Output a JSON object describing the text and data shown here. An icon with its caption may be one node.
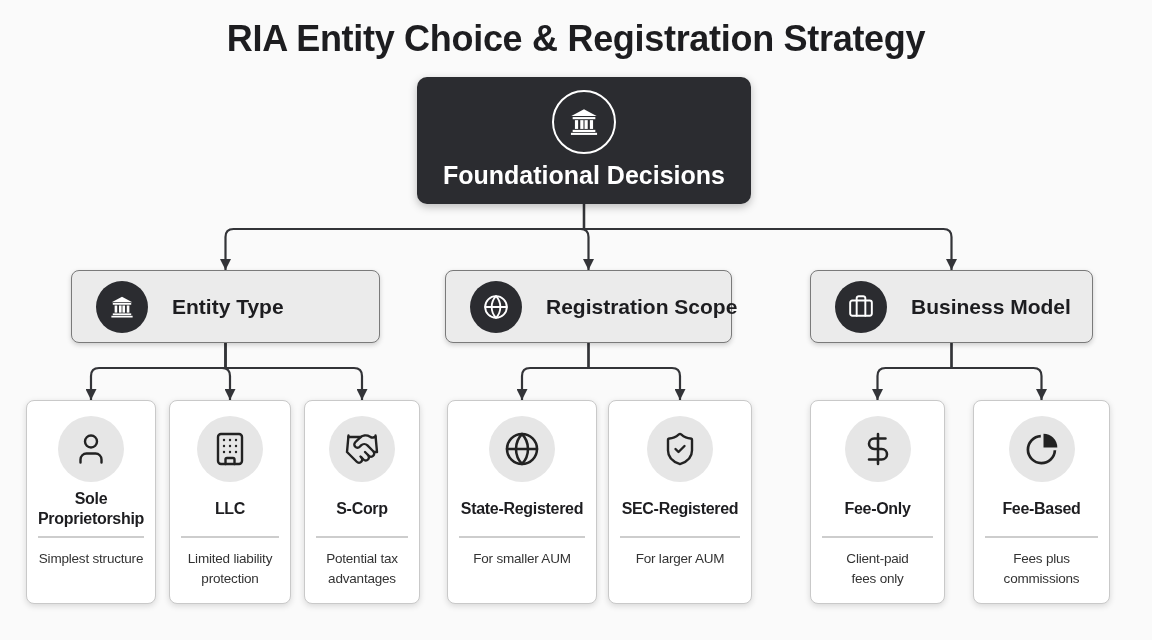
{
  "diagram": {
    "title": "RIA Entity Choice & Registration Strategy",
    "nodes": [
      {
        "text": [
          "Foundational Decisions"
        ]
      },
      {
        "text": [
          "Entity Type"
        ]
      },
      {
        "text": [
          "Registration Scope"
        ]
      },
      {
        "text": [
          "Business Model"
        ]
      },
      {
        "text": [
          "Sole Proprietorship",
          "Simplest structure"
        ]
      },
      {
        "text": [
          "LLC",
          "Limited liability protection"
        ]
      },
      {
        "text": [
          "S-Corp",
          "Potential tax advantages"
        ]
      },
      {
        "text": [
          "State-Registered",
          "For smaller AUM"
        ]
      },
      {
        "text": [
          "SEC-Registered",
          "For larger AUM"
        ]
      },
      {
        "text": [
          "Fee-Only",
          "Client-paid fees only"
        ]
      },
      {
        "text": [
          "Fee-Based",
          "Fees plus commissions"
        ]
      }
    ],
    "edges": [
      {
        "from": 0,
        "to": 1,
        "arrow": "to"
      },
      {
        "from": 0,
        "to": 2,
        "arrow": "to"
      },
      {
        "from": 0,
        "to": 3,
        "arrow": "to"
      },
      {
        "from": 1,
        "to": 4,
        "arrow": "to"
      },
      {
        "from": 1,
        "to": 5,
        "arrow": "to"
      },
      {
        "from": 1,
        "to": 6,
        "arrow": "to"
      },
      {
        "from": 2,
        "to": 7,
        "arrow": "to"
      },
      {
        "from": 2,
        "to": 8,
        "arrow": "to"
      },
      {
        "from": 3,
        "to": 9,
        "arrow": "to"
      },
      {
        "from": 3,
        "to": 10,
        "arrow": "to"
      }
    ]
  }
}
